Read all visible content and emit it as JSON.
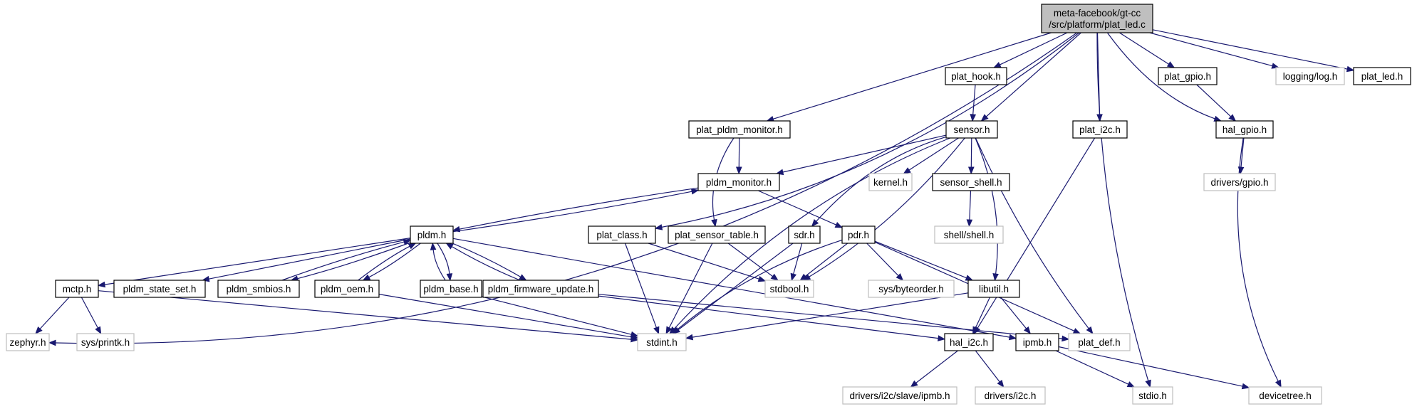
{
  "diagram": {
    "colors": {
      "edge": "#191970",
      "internal_border": "#000000",
      "external_border": "#bfbfbf",
      "root_fill": "#bfbfbf",
      "node_fill": "#ffffff",
      "text": "#000000"
    },
    "nodes": [
      {
        "id": "root",
        "lines": [
          "meta-facebook/gt-cc",
          "/src/platform/plat_led.c"
        ],
        "kind": "root"
      },
      {
        "id": "zephyr",
        "lines": [
          "zephyr.h"
        ],
        "kind": "external"
      },
      {
        "id": "plat_class",
        "lines": [
          "plat_class.h"
        ],
        "kind": "internal"
      },
      {
        "id": "plat_pldm_monitor",
        "lines": [
          "plat_pldm_monitor.h"
        ],
        "kind": "internal"
      },
      {
        "id": "plat_hook",
        "lines": [
          "plat_hook.h"
        ],
        "kind": "internal"
      },
      {
        "id": "sensor",
        "lines": [
          "sensor.h"
        ],
        "kind": "internal"
      },
      {
        "id": "plat_i2c",
        "lines": [
          "plat_i2c.h"
        ],
        "kind": "internal"
      },
      {
        "id": "stdio",
        "lines": [
          "stdio.h"
        ],
        "kind": "external"
      },
      {
        "id": "plat_gpio",
        "lines": [
          "plat_gpio.h"
        ],
        "kind": "internal"
      },
      {
        "id": "hal_gpio",
        "lines": [
          "hal_gpio.h"
        ],
        "kind": "internal"
      },
      {
        "id": "logging",
        "lines": [
          "logging/log.h"
        ],
        "kind": "external"
      },
      {
        "id": "plat_led",
        "lines": [
          "plat_led.h"
        ],
        "kind": "internal"
      },
      {
        "id": "pldm_monitor",
        "lines": [
          "pldm_monitor.h"
        ],
        "kind": "internal"
      },
      {
        "id": "pldm",
        "lines": [
          "pldm.h"
        ],
        "kind": "internal"
      },
      {
        "id": "mctp",
        "lines": [
          "mctp.h"
        ],
        "kind": "internal"
      },
      {
        "id": "pldm_state_set",
        "lines": [
          "pldm_state_set.h"
        ],
        "kind": "internal"
      },
      {
        "id": "pldm_smbios",
        "lines": [
          "pldm_smbios.h"
        ],
        "kind": "internal"
      },
      {
        "id": "pldm_oem",
        "lines": [
          "pldm_oem.h"
        ],
        "kind": "internal"
      },
      {
        "id": "pldm_base",
        "lines": [
          "pldm_base.h"
        ],
        "kind": "internal"
      },
      {
        "id": "pldm_firmware_update",
        "lines": [
          "pldm_firmware_update.h"
        ],
        "kind": "internal"
      },
      {
        "id": "plat_sensor_table",
        "lines": [
          "plat_sensor_table.h"
        ],
        "kind": "internal"
      },
      {
        "id": "sdr",
        "lines": [
          "sdr.h"
        ],
        "kind": "internal"
      },
      {
        "id": "pdr",
        "lines": [
          "pdr.h"
        ],
        "kind": "internal"
      },
      {
        "id": "kernel",
        "lines": [
          "kernel.h"
        ],
        "kind": "external"
      },
      {
        "id": "sensor_shell",
        "lines": [
          "sensor_shell.h"
        ],
        "kind": "internal"
      },
      {
        "id": "shell",
        "lines": [
          "shell/shell.h"
        ],
        "kind": "external"
      },
      {
        "id": "drivers_gpio",
        "lines": [
          "drivers/gpio.h"
        ],
        "kind": "external"
      },
      {
        "id": "stdbool",
        "lines": [
          "stdbool.h"
        ],
        "kind": "external"
      },
      {
        "id": "byteorder",
        "lines": [
          "sys/byteorder.h"
        ],
        "kind": "external"
      },
      {
        "id": "libutil",
        "lines": [
          "libutil.h"
        ],
        "kind": "internal"
      },
      {
        "id": "printk",
        "lines": [
          "sys/printk.h"
        ],
        "kind": "external"
      },
      {
        "id": "stdint",
        "lines": [
          "stdint.h"
        ],
        "kind": "external"
      },
      {
        "id": "hal_i2c",
        "lines": [
          "hal_i2c.h"
        ],
        "kind": "internal"
      },
      {
        "id": "ipmb",
        "lines": [
          "ipmb.h"
        ],
        "kind": "internal"
      },
      {
        "id": "plat_def",
        "lines": [
          "plat_def.h"
        ],
        "kind": "external"
      },
      {
        "id": "i2c_slave_ipmb",
        "lines": [
          "drivers/i2c/slave/ipmb.h"
        ],
        "kind": "external"
      },
      {
        "id": "drivers_i2c",
        "lines": [
          "drivers/i2c.h"
        ],
        "kind": "external"
      },
      {
        "id": "devicetree",
        "lines": [
          "devicetree.h"
        ],
        "kind": "external"
      }
    ],
    "edges": [
      [
        "root",
        "zephyr"
      ],
      [
        "root",
        "plat_class"
      ],
      [
        "root",
        "plat_pldm_monitor"
      ],
      [
        "root",
        "plat_hook"
      ],
      [
        "root",
        "sensor"
      ],
      [
        "root",
        "plat_i2c"
      ],
      [
        "root",
        "stdio"
      ],
      [
        "root",
        "plat_gpio"
      ],
      [
        "root",
        "hal_gpio"
      ],
      [
        "root",
        "logging"
      ],
      [
        "root",
        "plat_led"
      ],
      [
        "plat_hook",
        "sensor"
      ],
      [
        "plat_gpio",
        "hal_gpio"
      ],
      [
        "hal_gpio",
        "drivers_gpio"
      ],
      [
        "hal_gpio",
        "devicetree"
      ],
      [
        "plat_pldm_monitor",
        "pldm_monitor"
      ],
      [
        "plat_pldm_monitor",
        "plat_sensor_table"
      ],
      [
        "sensor",
        "pldm_monitor"
      ],
      [
        "sensor",
        "kernel"
      ],
      [
        "sensor",
        "sensor_shell"
      ],
      [
        "sensor",
        "sdr"
      ],
      [
        "sensor",
        "stdbool"
      ],
      [
        "sensor",
        "stdint"
      ],
      [
        "sensor",
        "libutil"
      ],
      [
        "sensor",
        "plat_def"
      ],
      [
        "sensor_shell",
        "shell"
      ],
      [
        "plat_i2c",
        "hal_i2c"
      ],
      [
        "pldm_monitor",
        "pldm"
      ],
      [
        "pldm_monitor",
        "pdr"
      ],
      [
        "pldm",
        "pldm_monitor"
      ],
      [
        "pldm",
        "mctp"
      ],
      [
        "pldm",
        "pldm_state_set"
      ],
      [
        "pldm",
        "pldm_smbios"
      ],
      [
        "pldm",
        "pldm_oem"
      ],
      [
        "pldm",
        "pldm_base"
      ],
      [
        "pldm",
        "pldm_firmware_update"
      ],
      [
        "pldm",
        "ipmb"
      ],
      [
        "pldm_smbios",
        "pldm"
      ],
      [
        "pldm_oem",
        "pldm"
      ],
      [
        "pldm_base",
        "pldm"
      ],
      [
        "pldm_firmware_update",
        "pldm"
      ],
      [
        "mctp",
        "zephyr"
      ],
      [
        "mctp",
        "printk"
      ],
      [
        "mctp",
        "stdint"
      ],
      [
        "pldm_oem",
        "stdint"
      ],
      [
        "pldm_base",
        "stdint"
      ],
      [
        "pldm_firmware_update",
        "hal_i2c"
      ],
      [
        "pldm_firmware_update",
        "plat_def"
      ],
      [
        "plat_class",
        "stdint"
      ],
      [
        "plat_class",
        "stdbool"
      ],
      [
        "plat_sensor_table",
        "stdint"
      ],
      [
        "plat_sensor_table",
        "stdbool"
      ],
      [
        "sdr",
        "stdint"
      ],
      [
        "sdr",
        "stdbool"
      ],
      [
        "pdr",
        "stdbool"
      ],
      [
        "pdr",
        "byteorder"
      ],
      [
        "pdr",
        "libutil"
      ],
      [
        "pdr",
        "stdint"
      ],
      [
        "pdr",
        "plat_def"
      ],
      [
        "libutil",
        "stdint"
      ],
      [
        "libutil",
        "hal_i2c"
      ],
      [
        "libutil",
        "ipmb"
      ],
      [
        "hal_i2c",
        "i2c_slave_ipmb"
      ],
      [
        "hal_i2c",
        "drivers_i2c"
      ],
      [
        "ipmb",
        "stdio"
      ],
      [
        "ipmb",
        "devicetree"
      ]
    ]
  }
}
